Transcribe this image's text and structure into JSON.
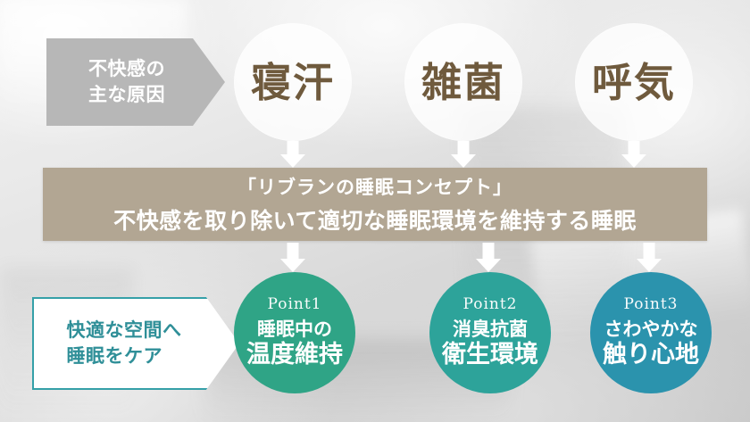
{
  "slide": {
    "left_labels": {
      "cause": "不快感の\n主な原因",
      "care": "快適な空間へ\n睡眠をケア"
    },
    "causes": [
      {
        "text": "寝汗"
      },
      {
        "text": "雑菌"
      },
      {
        "text": "呼気"
      }
    ],
    "concept": {
      "line1": "「リブランの睡眠コンセプト」",
      "line2": "不快感を取り除いて適切な睡眠環境を維持する睡眠"
    },
    "points": [
      {
        "label": "Point1",
        "line1": "睡眠中の",
        "line2": "温度維持",
        "color": "#2fa486"
      },
      {
        "label": "Point2",
        "line1": "消臭抗菌",
        "line2": "衛生環境",
        "color": "#2da39a"
      },
      {
        "label": "Point3",
        "line1": "さわやかな",
        "line2": "触り心地",
        "color": "#2b93ad"
      }
    ],
    "colors": {
      "cause_chevron_bg": "#b7b7b7",
      "care_chevron_border": "#35a0a8",
      "care_chevron_text": "#2f8f98",
      "band_bg": "#b2a693",
      "cause_text": "#6f5a3d",
      "arrow": "#ffffff"
    }
  }
}
